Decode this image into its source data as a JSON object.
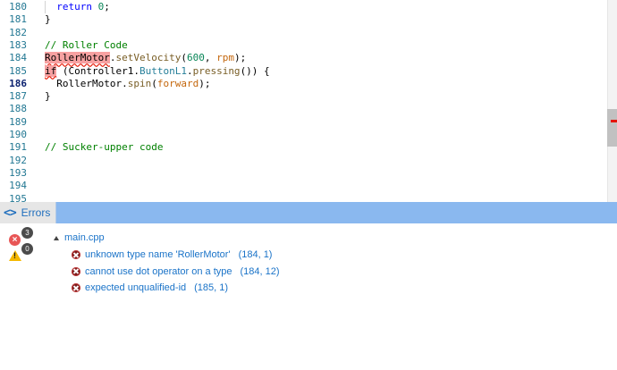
{
  "editor": {
    "lines": [
      {
        "number": "180",
        "tokens": [
          {
            "t": "  "
          },
          {
            "t": "return",
            "c": "kw"
          },
          {
            "t": " "
          },
          {
            "t": "0",
            "c": "num"
          },
          {
            "t": ";"
          }
        ],
        "guide": true
      },
      {
        "number": "181",
        "tokens": [
          {
            "t": "}"
          }
        ]
      },
      {
        "number": "182",
        "tokens": []
      },
      {
        "number": "183",
        "tokens": [
          {
            "t": "// Roller Code",
            "c": "cm"
          }
        ]
      },
      {
        "number": "184",
        "tokens": [
          {
            "t": "RollerMotor",
            "c": "err-tok"
          },
          {
            "t": "."
          },
          {
            "t": "setVelocity",
            "c": "fn"
          },
          {
            "t": "("
          },
          {
            "t": "600",
            "c": "num"
          },
          {
            "t": ", "
          },
          {
            "t": "rpm",
            "c": "str"
          },
          {
            "t": ");"
          }
        ]
      },
      {
        "number": "185",
        "tokens": [
          {
            "t": "if",
            "c": "err-kw"
          },
          {
            "t": " (Controller1."
          },
          {
            "t": "ButtonL1",
            "c": "mem"
          },
          {
            "t": "."
          },
          {
            "t": "pressing",
            "c": "fn"
          },
          {
            "t": "()) {"
          }
        ]
      },
      {
        "number": "186",
        "current": true,
        "tokens": [
          {
            "t": "  RollerMotor."
          },
          {
            "t": "spin",
            "c": "fn"
          },
          {
            "t": "("
          },
          {
            "t": "forward",
            "c": "str"
          },
          {
            "t": ");"
          }
        ]
      },
      {
        "number": "187",
        "tokens": [
          {
            "t": "}"
          }
        ]
      },
      {
        "number": "188",
        "tokens": []
      },
      {
        "number": "189",
        "tokens": []
      },
      {
        "number": "190",
        "tokens": []
      },
      {
        "number": "191",
        "tokens": [
          {
            "t": "// Sucker-upper code",
            "c": "cm"
          }
        ]
      },
      {
        "number": "192",
        "tokens": []
      },
      {
        "number": "193",
        "tokens": []
      },
      {
        "number": "194",
        "tokens": []
      },
      {
        "number": "195",
        "tokens": []
      }
    ]
  },
  "panel": {
    "tab_icon": "<>",
    "tab_label": "Errors",
    "error_count": "3",
    "warning_count": "0",
    "file_name": "main.cpp",
    "problems": [
      {
        "message": "unknown type name 'RollerMotor'",
        "location": "(184, 1)"
      },
      {
        "message": "cannot use dot operator on a type",
        "location": "(184, 12)"
      },
      {
        "message": "expected unqualified-id",
        "location": "(185, 1)"
      }
    ]
  },
  "colors": {
    "panel_header": "#8ab8ef",
    "link_text": "#1a73c8",
    "error_red": "#e85656",
    "warning_yellow": "#f5b800"
  }
}
